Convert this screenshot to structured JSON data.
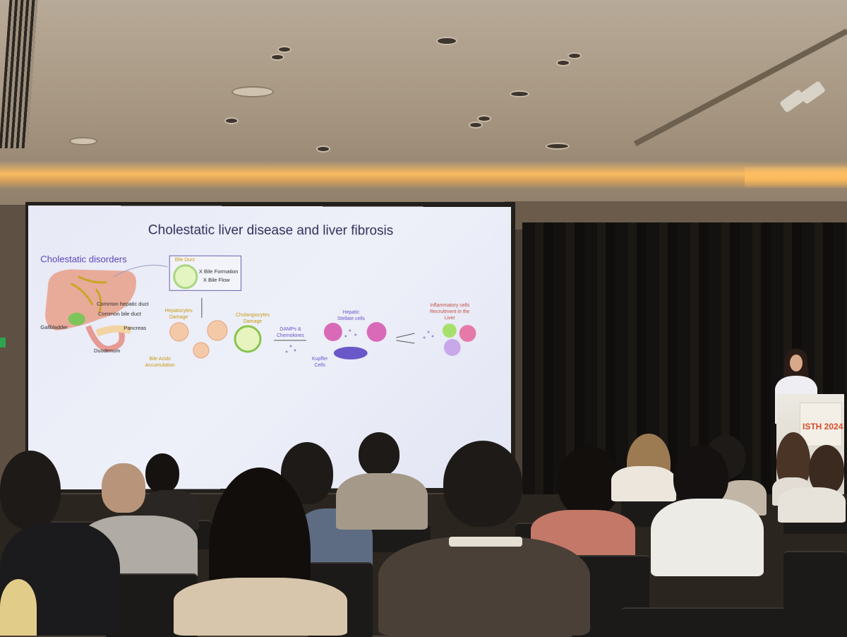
{
  "slide": {
    "title": "Cholestatic liver disease and liver fibrosis",
    "subtitle": "Cholestatic disorders",
    "bile_duct": "Bile Duct",
    "bile_formation": "X Bile Formation",
    "bile_flow": "X Bile Flow",
    "common_hepatic_duct": "Common hepatic duct",
    "common_bile_duct": "Common bile duct",
    "gallbladder": "Gallbladder",
    "pancreas": "Pancreas",
    "duodenum": "Duodenum",
    "hepatocytes": [
      "Hepatocytes",
      "Damage"
    ],
    "cholangiocytes": [
      "Cholangiocytes",
      "Damage"
    ],
    "bile_acids": [
      "Bile Acids",
      "Accumulation"
    ],
    "damps": [
      "DAMPs &",
      "Chemokines"
    ],
    "hepatic_stellate": [
      "Hepatic",
      "Stellate cells"
    ],
    "kupffer": [
      "Kupffer",
      "Cells"
    ],
    "inflammatory": [
      "Inflammatory cells",
      "Recruitment in the",
      "Liver"
    ]
  },
  "podium": {
    "logo_text": "ISTH 2024"
  },
  "colors": {
    "slide_title": "#33305a",
    "subtitle_purple": "#5a44b8",
    "label_yellow": "#c59a10",
    "label_purple": "#6a52c8",
    "cove_light": "#ffbe5f",
    "curtain": "#141210"
  }
}
